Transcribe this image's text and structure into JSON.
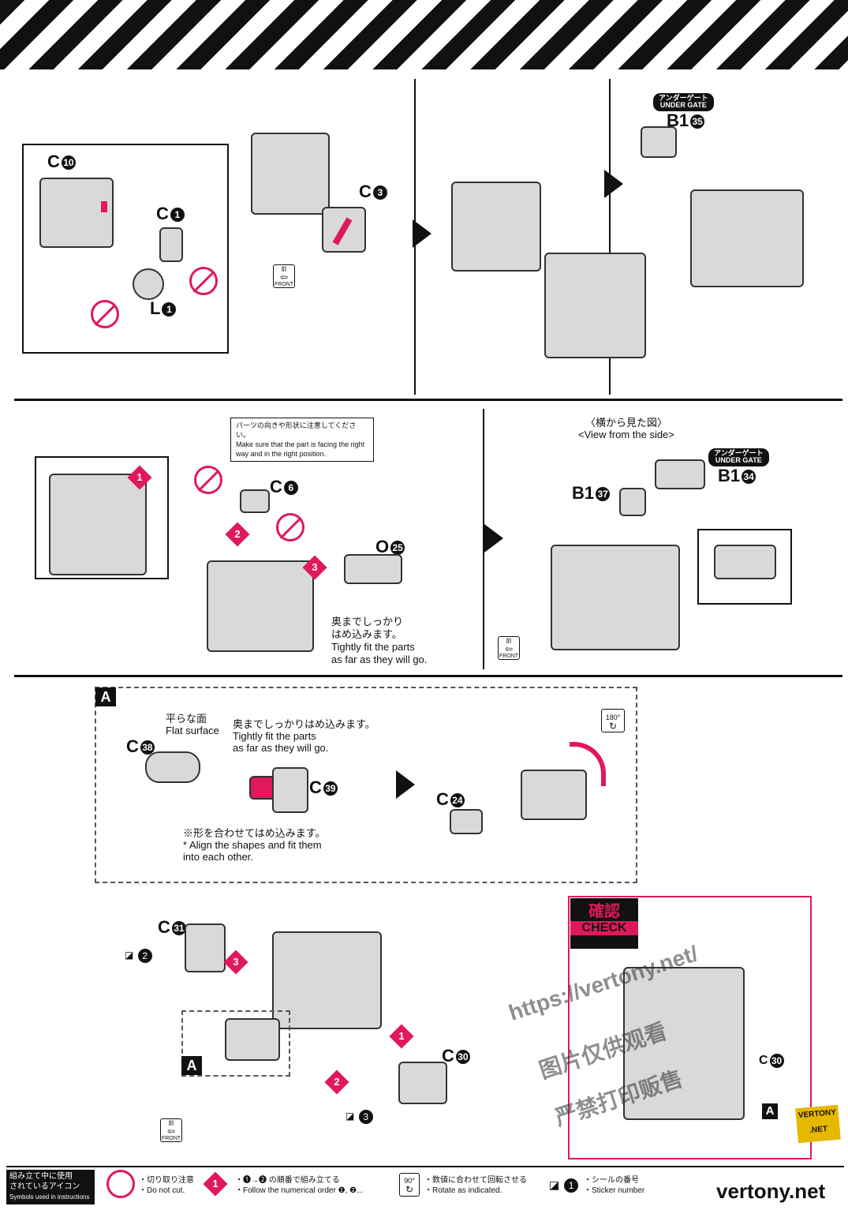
{
  "panel1": {
    "labels": {
      "c10": {
        "letter": "C",
        "num": "10"
      },
      "c1": {
        "letter": "C",
        "num": "1"
      },
      "l1": {
        "letter": "L",
        "num": "1"
      },
      "c3": {
        "letter": "C",
        "num": "3"
      },
      "b1_35": {
        "letter": "B1",
        "num": "35"
      }
    },
    "under_gate": {
      "jp": "アンダーゲート",
      "en": "UNDER GATE"
    },
    "front": {
      "jp": "前",
      "en": "FRONT"
    }
  },
  "panel2": {
    "warning": {
      "jp": "パーツの向きや形状に注意してください。",
      "en": "Make sure that the part is facing the right way and in the right position."
    },
    "labels": {
      "c6": {
        "letter": "C",
        "num": "6"
      },
      "o25": {
        "letter": "O",
        "num": "25"
      },
      "b1_37": {
        "letter": "B1",
        "num": "37"
      },
      "b1_34": {
        "letter": "B1",
        "num": "34"
      }
    },
    "steps": [
      "1",
      "2",
      "3"
    ],
    "fit_note": {
      "jp1": "奥までしっかり",
      "jp2": "はめ込みます。",
      "en1": "Tightly fit the parts",
      "en2": "as far as they will go."
    },
    "side_view": {
      "jp": "〈横から見た図〉",
      "en": "<View from the side>"
    },
    "under_gate": {
      "jp": "アンダーゲート",
      "en": "UNDER GATE"
    },
    "front": {
      "jp": "前",
      "en": "FRONT"
    }
  },
  "panelA": {
    "tag": "A",
    "flat_surface": {
      "jp": "平らな面",
      "en": "Flat surface"
    },
    "fit_note": {
      "jp": "奥までしっかりはめ込みます。",
      "en1": "Tightly fit the parts",
      "en2": "as far as they will go."
    },
    "align_note": {
      "jp": "※形を合わせてはめ込みます。",
      "en1": "* Align the shapes and fit them",
      "en2": "into each other."
    },
    "labels": {
      "c38": {
        "letter": "C",
        "num": "38"
      },
      "c39": {
        "letter": "C",
        "num": "39"
      },
      "c24": {
        "letter": "C",
        "num": "24"
      }
    },
    "rotate": "180°"
  },
  "panel4": {
    "labels": {
      "c31": {
        "letter": "C",
        "num": "31"
      },
      "c30": {
        "letter": "C",
        "num": "30"
      }
    },
    "stickers": [
      "2",
      "3"
    ],
    "steps": [
      "3",
      "1",
      "2"
    ],
    "sub_tag": "A",
    "front": {
      "jp": "前",
      "en": "FRONT"
    }
  },
  "check": {
    "jp": "確認",
    "en": "CHECK",
    "c30": {
      "letter": "C",
      "num": "30"
    },
    "a_tag": "A"
  },
  "watermarks": [
    "https://vertony.net/",
    "图片仅供观看",
    "严禁打印贩售",
    "VERTONY .NET"
  ],
  "legend": {
    "title": {
      "jp1": "組み立て中に使用",
      "jp2": "されているアイコン",
      "en": "Symbols used in instructions"
    },
    "items": [
      {
        "jp": "・切り取り注意",
        "en": "・Do not cut."
      },
      {
        "jp": "・❶→❷ の順番で組み立てる",
        "en": "・Follow the numerical order ❶, ❷..."
      },
      {
        "jp": "・数値に合わせて回転させる",
        "en": "・Rotate as indicated."
      },
      {
        "jp": "・シールの番号",
        "en": "・Sticker number"
      }
    ],
    "rotate_icon": "90°",
    "brand": "vertony.net"
  }
}
